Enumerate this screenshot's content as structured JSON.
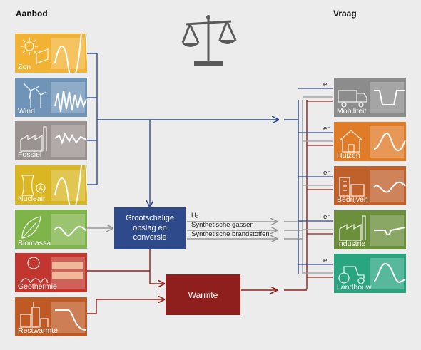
{
  "headers": {
    "supply": "Aanbod",
    "demand": "Vraag"
  },
  "supply": [
    {
      "label": "Zon",
      "color": "#f2b233",
      "icon": "sun-icon"
    },
    {
      "label": "Wind",
      "color": "#6f94b8",
      "icon": "wind-turbine-icon"
    },
    {
      "label": "Fossiel",
      "color": "#9b9391",
      "icon": "factory-icon"
    },
    {
      "label": "Nucleair",
      "color": "#d9b622",
      "icon": "nuclear-plant-icon"
    },
    {
      "label": "Biomassa",
      "color": "#7fb44a",
      "icon": "leaf-icon"
    },
    {
      "label": "Geothermie",
      "color": "#c1362e",
      "icon": "geothermal-icon"
    },
    {
      "label": "Restwarmte",
      "color": "#c05a24",
      "icon": "industrial-plant-icon"
    }
  ],
  "demand": [
    {
      "label": "Mobiliteit",
      "color": "#8c8c8c",
      "icon": "truck-icon"
    },
    {
      "label": "Huizen",
      "color": "#e07b27",
      "icon": "house-icon"
    },
    {
      "label": "Bedrijven",
      "color": "#c0612c",
      "icon": "office-icon"
    },
    {
      "label": "Industrie",
      "color": "#6b8f3a",
      "icon": "factory-icon"
    },
    {
      "label": "Landbouw",
      "color": "#2aa57f",
      "icon": "tractor-icon"
    }
  ],
  "storage": {
    "label": "Grootschalige\nopslag en\nconversie",
    "color": "#2e4a8a"
  },
  "heat": {
    "label": "Warmte",
    "color": "#8e1f1c"
  },
  "carriers": [
    "H₂",
    "Synthetische gassen",
    "Synthetische brandstoffen"
  ],
  "electron_label": "e⁻",
  "colors": {
    "electric": "#2e4a8a",
    "heat": "#8e1f1c",
    "carrier": "#9a9a9a",
    "scale": "#5a5a5a"
  }
}
